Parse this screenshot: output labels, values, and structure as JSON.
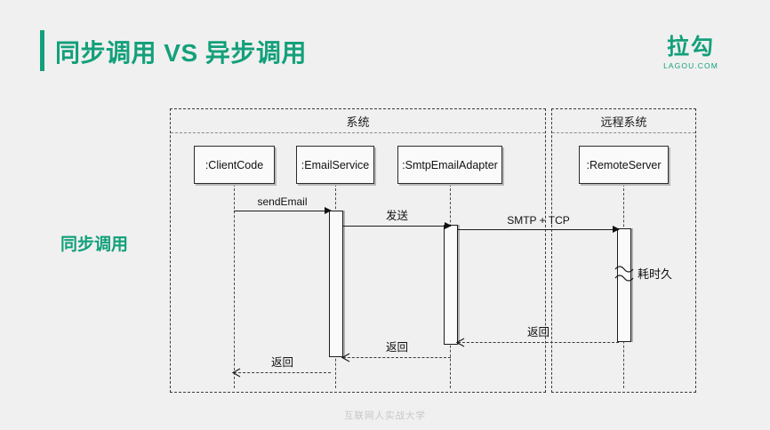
{
  "header": {
    "title": "同步调用 VS 异步调用",
    "accent_color": "#13a07a"
  },
  "logo": {
    "mark": "拉勾",
    "sub": "LAGOU.COM"
  },
  "side_caption": "同步调用",
  "footer": "互联网人实战大学",
  "diagram": {
    "groups": [
      {
        "name": "系统"
      },
      {
        "name": "远程系统"
      }
    ],
    "participants": [
      {
        "label": ":ClientCode"
      },
      {
        "label": ":EmailService"
      },
      {
        "label": ":SmtpEmailAdapter"
      },
      {
        "label": ":RemoteServer"
      }
    ],
    "messages": [
      {
        "label": "sendEmail",
        "kind": "call",
        "from": ":ClientCode",
        "to": ":EmailService"
      },
      {
        "label": "发送",
        "kind": "call",
        "from": ":EmailService",
        "to": ":SmtpEmailAdapter"
      },
      {
        "label": "SMTP + TCP",
        "kind": "call",
        "from": ":SmtpEmailAdapter",
        "to": ":RemoteServer"
      },
      {
        "label": "返回",
        "kind": "return",
        "from": ":RemoteServer",
        "to": ":SmtpEmailAdapter"
      },
      {
        "label": "返回",
        "kind": "return",
        "from": ":SmtpEmailAdapter",
        "to": ":EmailService"
      },
      {
        "label": "返回",
        "kind": "return",
        "from": ":EmailService",
        "to": ":ClientCode"
      }
    ],
    "annotations": [
      {
        "label": "耗时久",
        "on": ":RemoteServer"
      }
    ]
  }
}
